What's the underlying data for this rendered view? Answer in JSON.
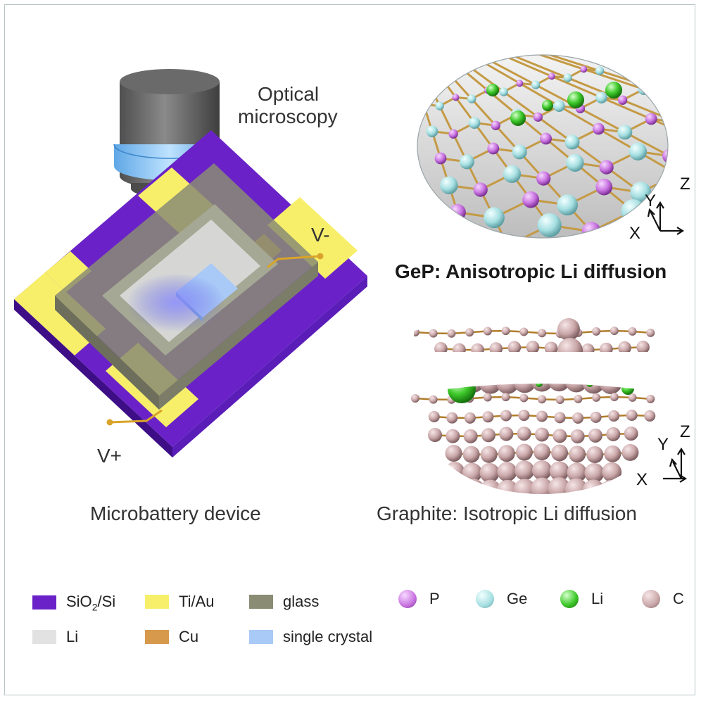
{
  "labels": {
    "optical_line1": "Optical",
    "optical_line2": "microscopy",
    "v_minus": "V-",
    "v_plus": "V+",
    "microbattery": "Microbattery device",
    "gep_title": "GeP: Anisotropic Li diffusion",
    "graphite_title": "Graphite: Isotropic Li diffusion"
  },
  "axes_top": {
    "x": "X",
    "y": "Y",
    "z": "Z"
  },
  "axes_bottom": {
    "x": "X",
    "y": "Y",
    "z": "Z"
  },
  "legend": {
    "materials": [
      {
        "label_main": "SiO",
        "label_sub": "2",
        "label_rest": "/Si",
        "color": "#6a22c8"
      },
      {
        "label": "Ti/Au",
        "color": "#f7ef6a"
      },
      {
        "label": "glass",
        "color": "#8a8c74"
      },
      {
        "label": "Li",
        "color": "#e2e2e2"
      },
      {
        "label": "Cu",
        "color": "#d79a4c"
      },
      {
        "label": "single crystal",
        "color": "#a9c9f7"
      }
    ],
    "atoms": [
      {
        "label": "P",
        "color": "#c872e0"
      },
      {
        "label": "Ge",
        "color": "#9fe0e4"
      },
      {
        "label": "Li",
        "color": "#3ec92a"
      },
      {
        "label": "C",
        "color": "#c9a6a8"
      }
    ]
  }
}
